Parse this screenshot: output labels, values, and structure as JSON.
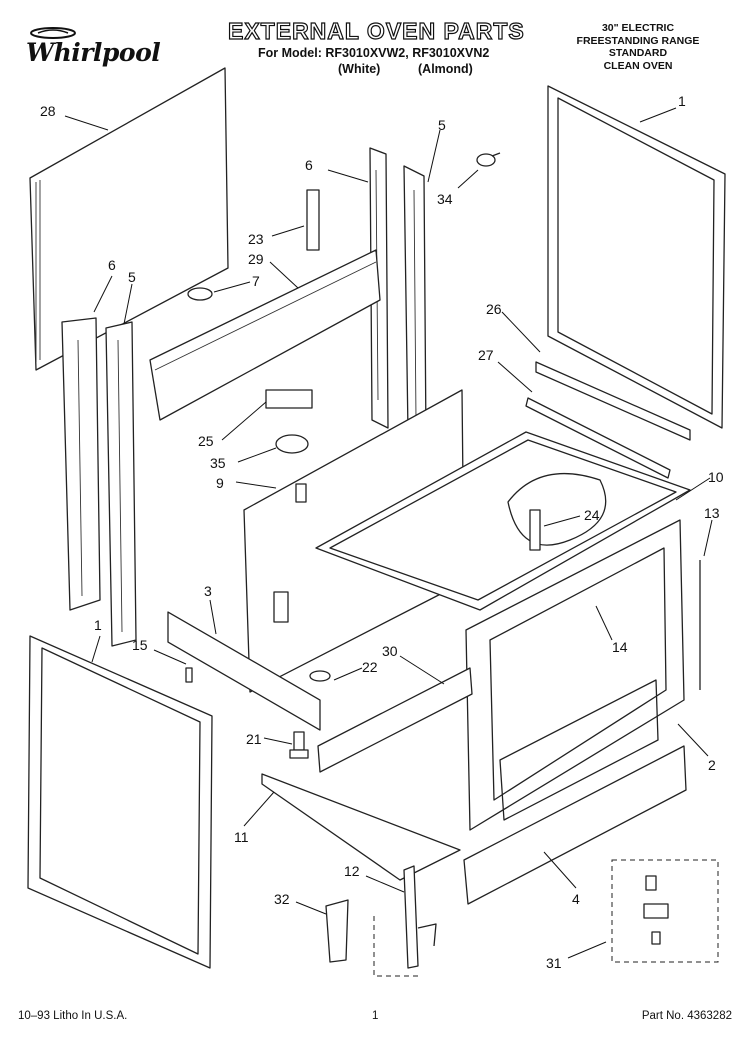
{
  "brand": {
    "name": "Whirlpool"
  },
  "header": {
    "title": "EXTERNAL OVEN PARTS",
    "model_line": "For Model: RF3010XVW2, RF3010XVN2",
    "variants": [
      "(White)",
      "(Almond)"
    ]
  },
  "spec": [
    "30\" ELECTRIC",
    "FREESTANDING RANGE",
    "STANDARD",
    "CLEAN OVEN"
  ],
  "callouts": [
    "28",
    "6",
    "5",
    "34",
    "1",
    "23",
    "29",
    "7",
    "6",
    "5",
    "26",
    "27",
    "25",
    "35",
    "9",
    "10",
    "24",
    "13",
    "3",
    "14",
    "15",
    "22",
    "30",
    "1",
    "21",
    "2",
    "11",
    "12",
    "32",
    "4",
    "31"
  ],
  "footer": {
    "left": "10–93  Litho In U.S.A.",
    "center": "1",
    "right": "Part No. 4363282"
  }
}
